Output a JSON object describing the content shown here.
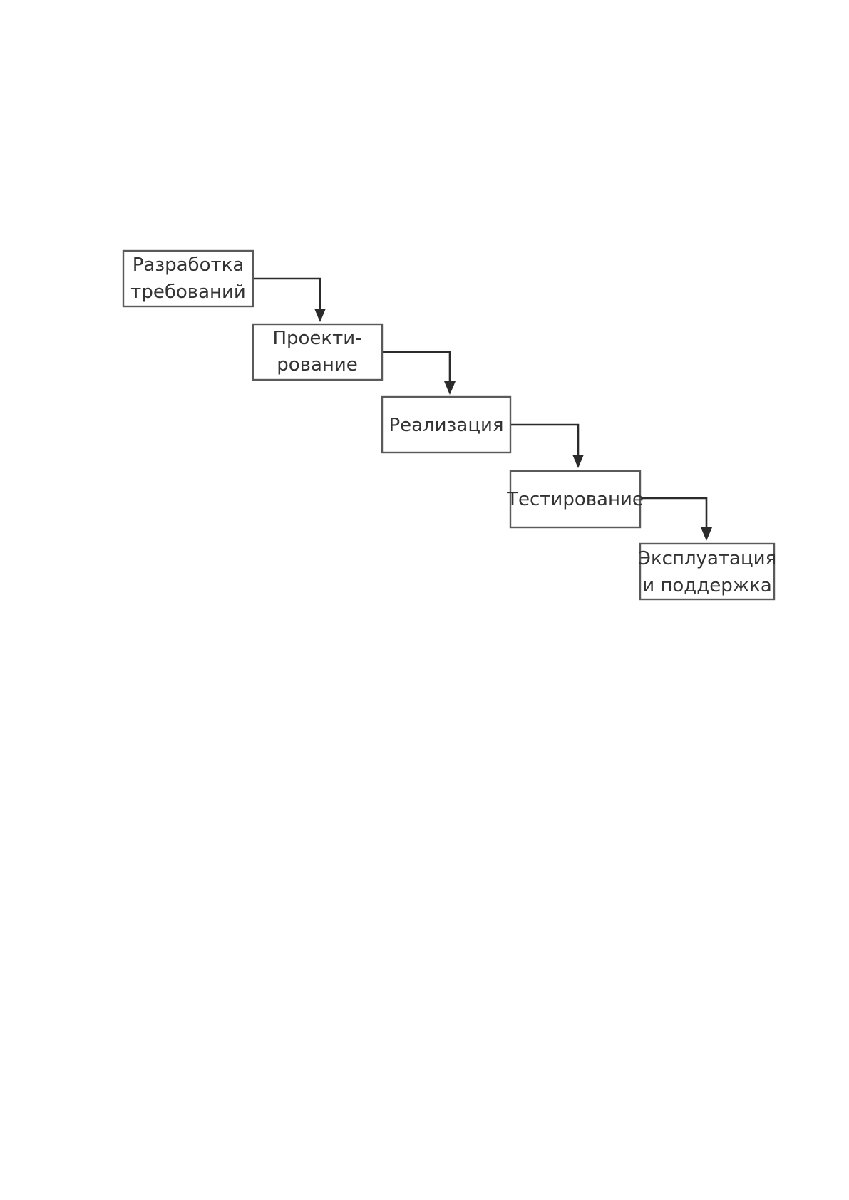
{
  "diagram": {
    "stages": [
      {
        "lines": [
          "Разработка",
          "требований"
        ]
      },
      {
        "lines": [
          "Проекти-",
          "рование"
        ]
      },
      {
        "lines": [
          "Реализация"
        ]
      },
      {
        "lines": [
          "Тестирование"
        ]
      },
      {
        "lines": [
          "Эксплуатация",
          "и поддержка"
        ]
      }
    ]
  },
  "colors": {
    "box_border": "#5a5a5a",
    "text": "#333333",
    "arrow": "#2b2b2b",
    "background": "#ffffff"
  }
}
